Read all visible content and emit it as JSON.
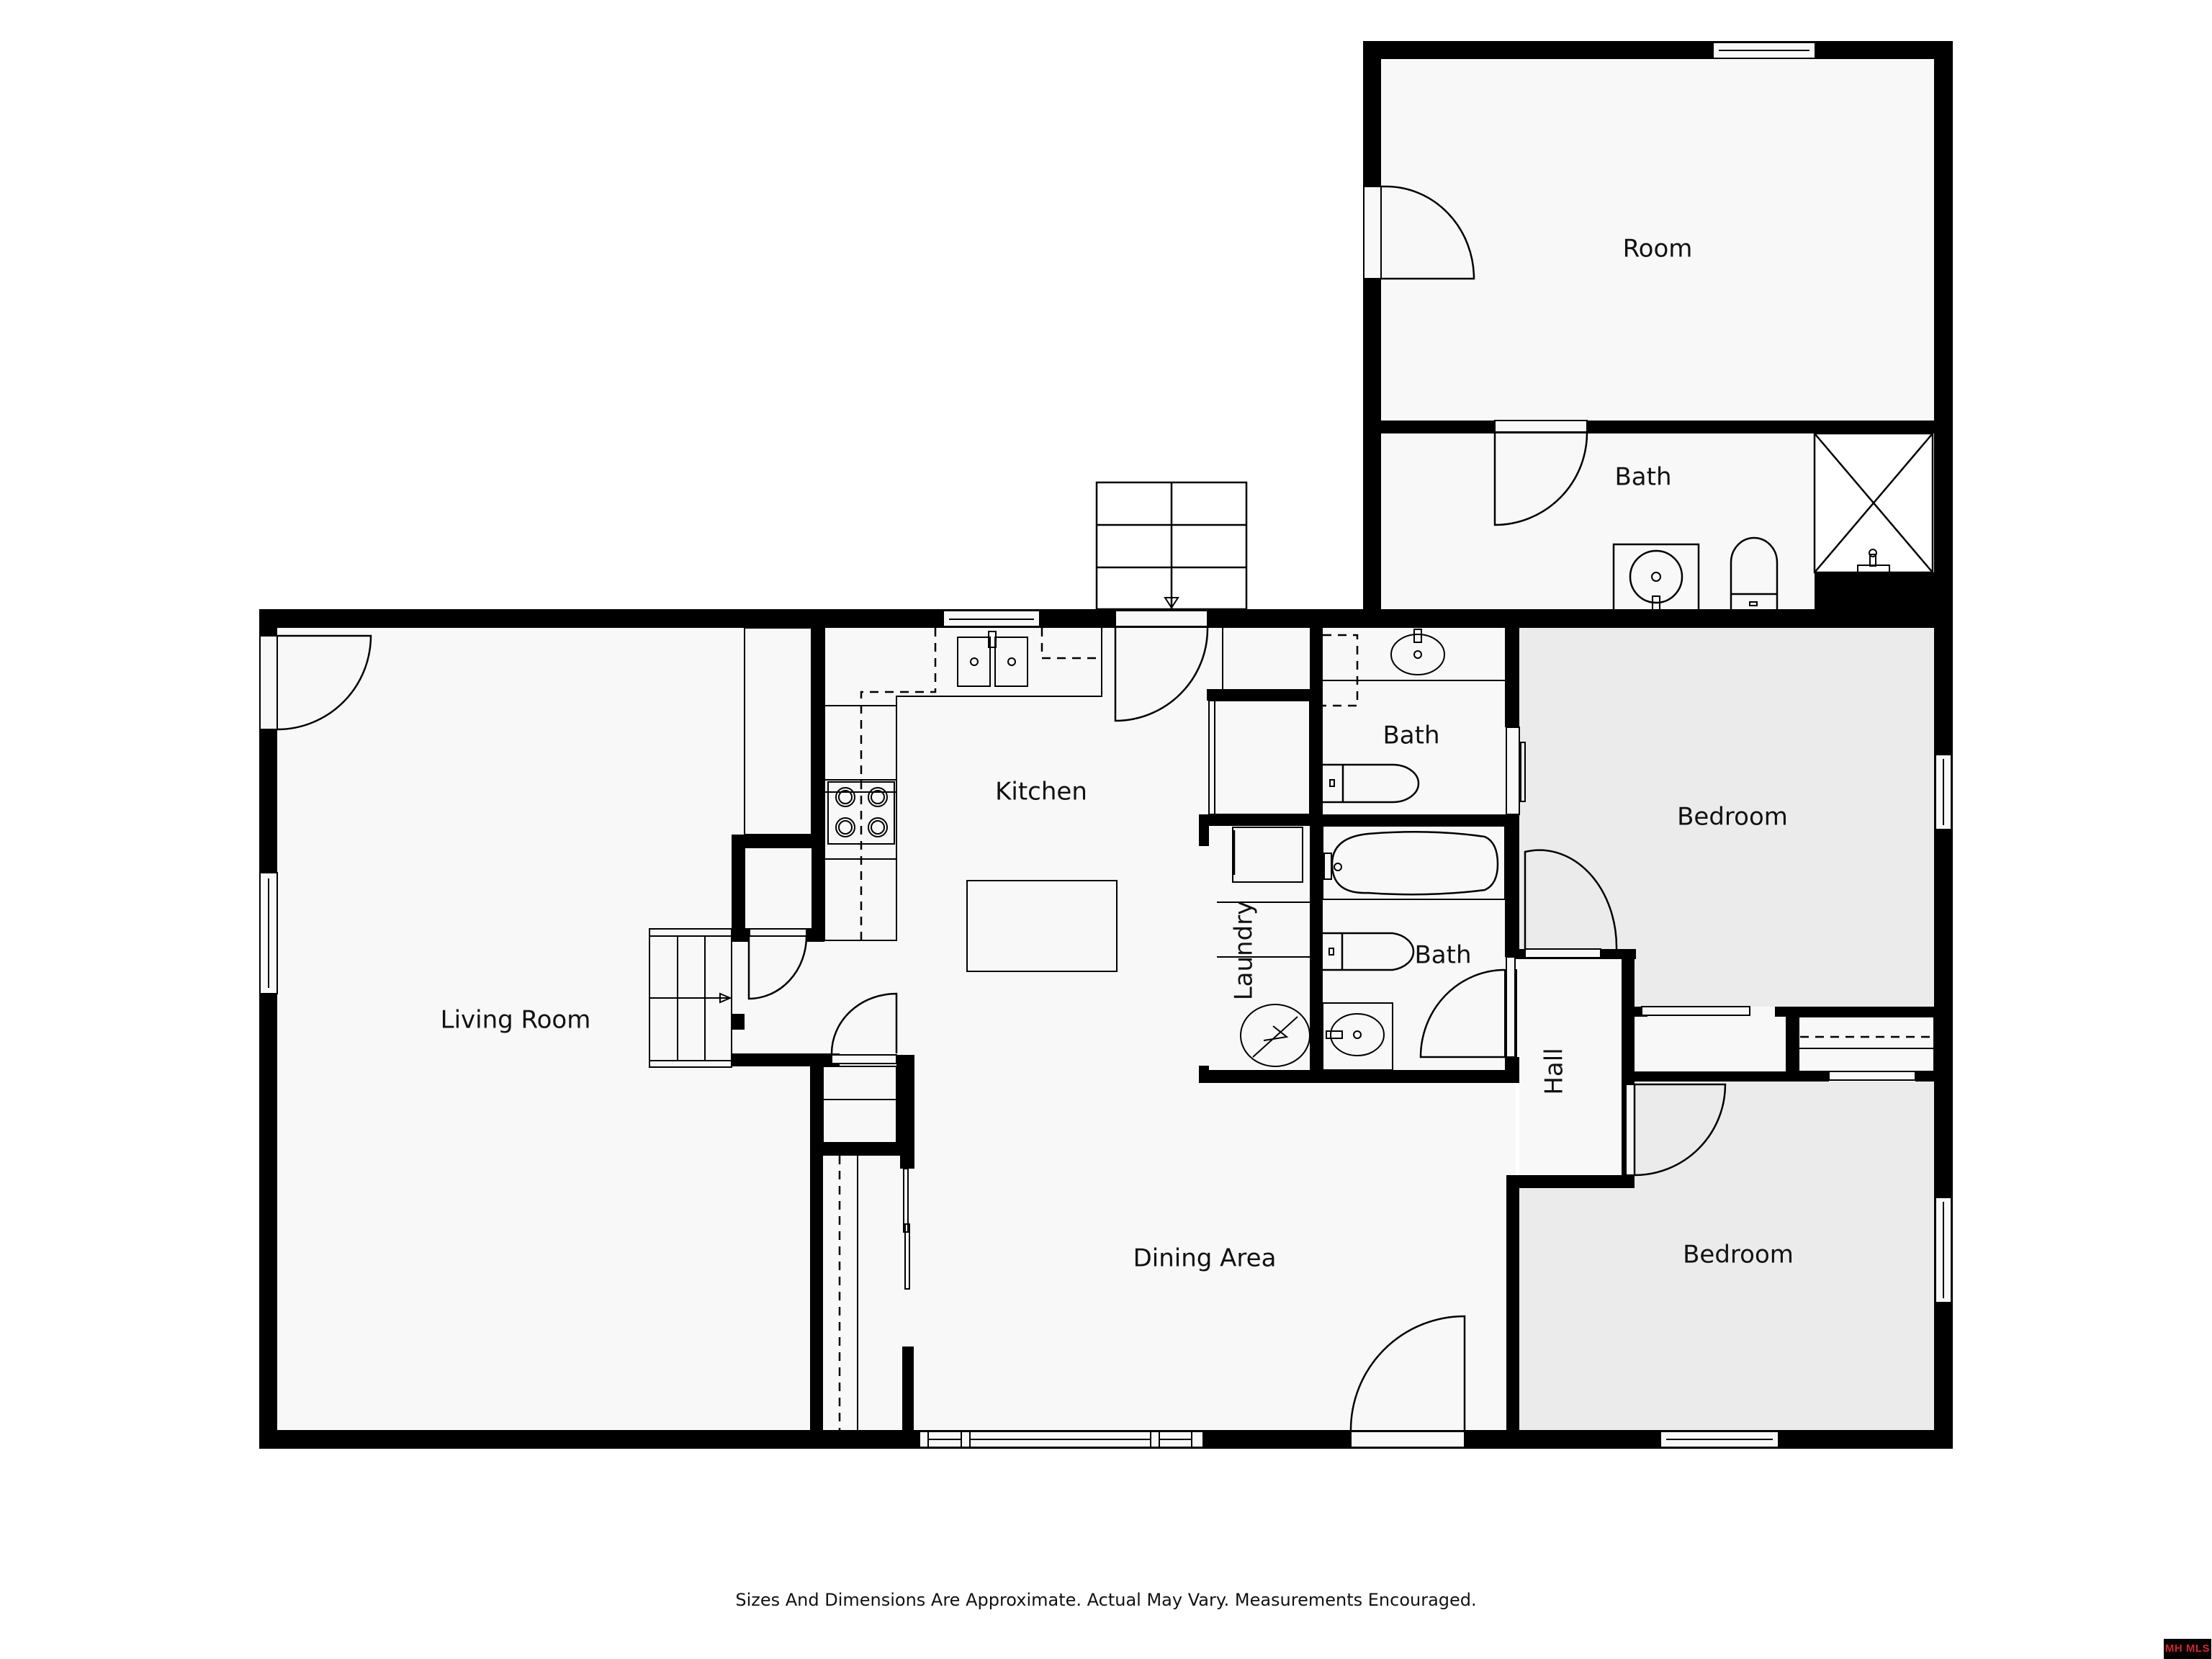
{
  "floorplan": {
    "rooms": [
      {
        "id": "room",
        "label": "Room"
      },
      {
        "id": "bath-upper",
        "label": "Bath"
      },
      {
        "id": "kitchen",
        "label": "Kitchen"
      },
      {
        "id": "bath-middle",
        "label": "Bath"
      },
      {
        "id": "bath-lower",
        "label": "Bath"
      },
      {
        "id": "laundry",
        "label": "Laundry"
      },
      {
        "id": "bedroom-1",
        "label": "Bedroom"
      },
      {
        "id": "bedroom-2",
        "label": "Bedroom"
      },
      {
        "id": "hall",
        "label": "Hall"
      },
      {
        "id": "living-room",
        "label": "Living Room"
      },
      {
        "id": "dining-area",
        "label": "Dining Area"
      }
    ],
    "colors": {
      "wall": "#000000",
      "floor": "#f8f8f8",
      "bedroom_floor": "#ebebeb",
      "background": "#ffffff",
      "badge_bg": "#000000",
      "badge_text": "#d0262b"
    }
  },
  "footer": {
    "disclaimer": "Sizes And Dimensions Are Approximate. Actual May Vary. Measurements Encouraged."
  },
  "badge": {
    "label": "MH MLS"
  }
}
